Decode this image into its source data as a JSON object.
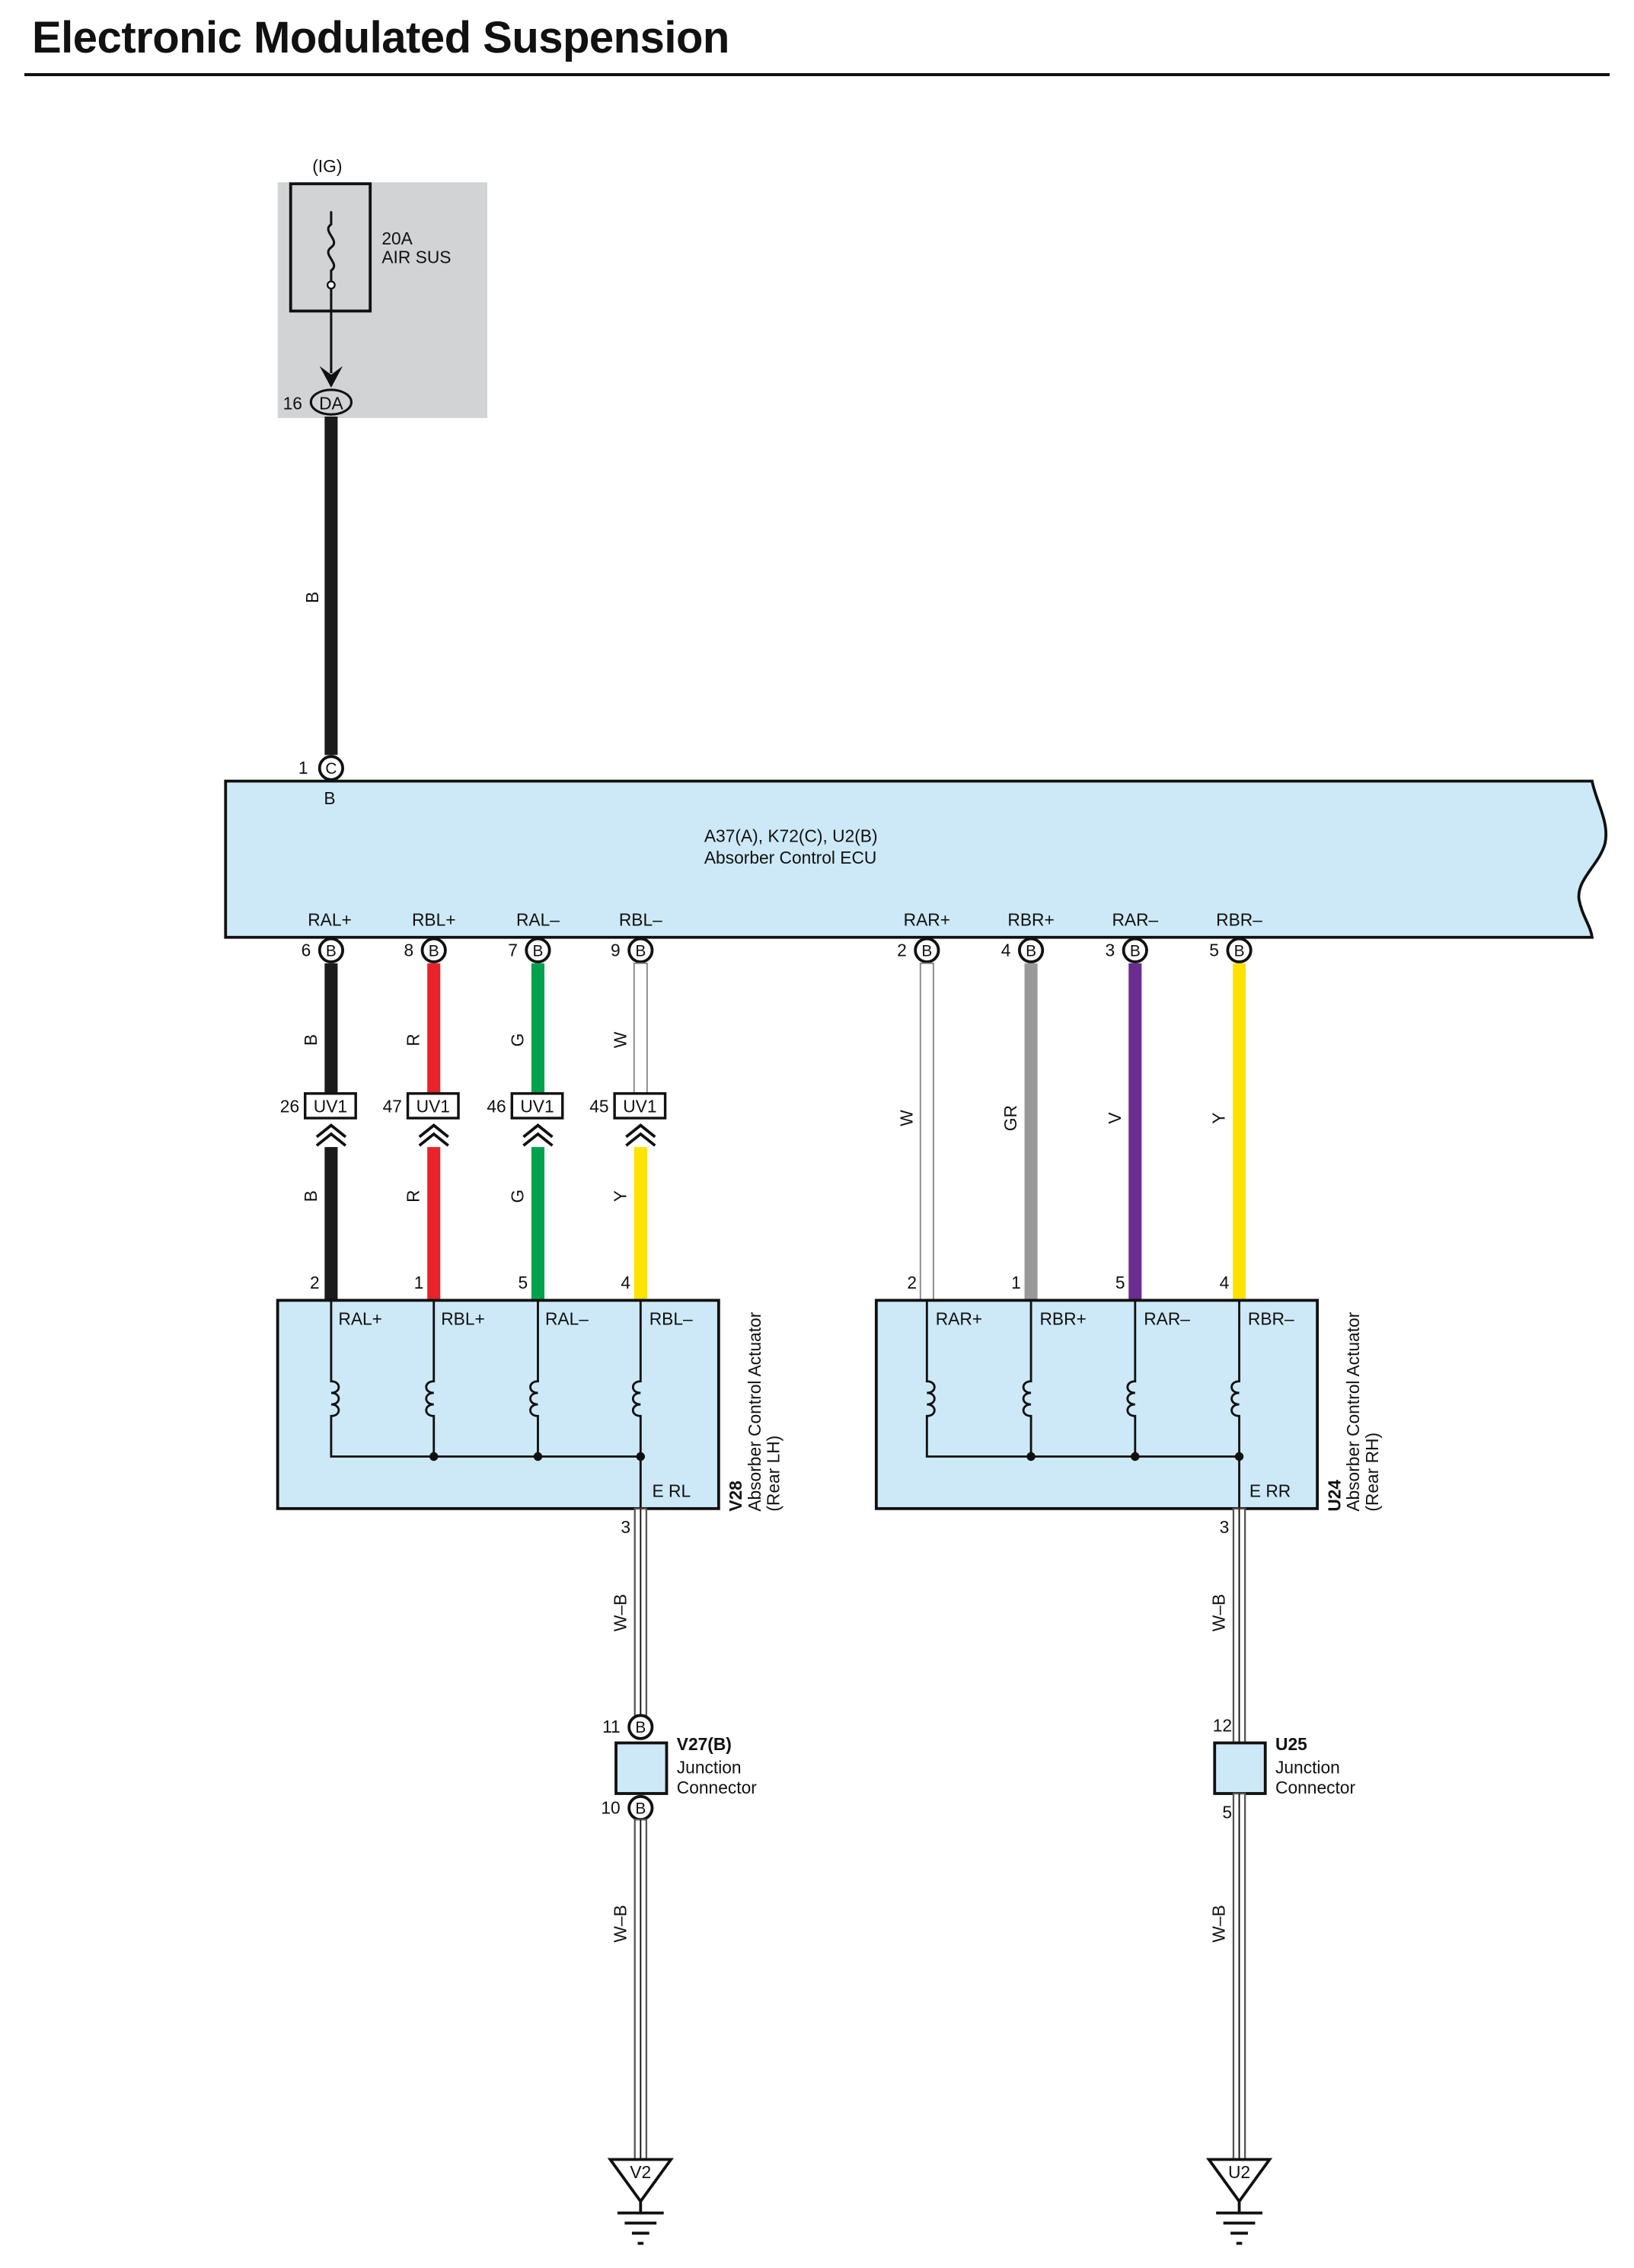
{
  "title": "Electronic Modulated Suspension",
  "fuse": {
    "source": "(IG)",
    "rating": "20A",
    "name": "AIR SUS",
    "connector_pin": "16",
    "connector": "DA"
  },
  "feed_wire_color": "B",
  "ecu": {
    "power_pin": "1",
    "power_connector": "C",
    "power_terminal": "B",
    "id": "A37(A), K72(C), U2(B)",
    "name": "Absorber Control ECU",
    "terminals": [
      {
        "name": "RAL+",
        "pin": "6",
        "conn": "B"
      },
      {
        "name": "RBL+",
        "pin": "8",
        "conn": "B"
      },
      {
        "name": "RAL–",
        "pin": "7",
        "conn": "B"
      },
      {
        "name": "RBL–",
        "pin": "9",
        "conn": "B"
      },
      {
        "name": "RAR+",
        "pin": "2",
        "conn": "B"
      },
      {
        "name": "RBR+",
        "pin": "4",
        "conn": "B"
      },
      {
        "name": "RAR–",
        "pin": "3",
        "conn": "B"
      },
      {
        "name": "RBR–",
        "pin": "5",
        "conn": "B"
      }
    ]
  },
  "left_wires": {
    "upper_colors": [
      "B",
      "R",
      "G",
      "W"
    ],
    "inline_connector": "UV1",
    "inline_pins": [
      "26",
      "47",
      "46",
      "45"
    ],
    "lower_colors": [
      "B",
      "R",
      "G",
      "Y"
    ],
    "actuator_pins": [
      "2",
      "1",
      "5",
      "4"
    ]
  },
  "right_wires": {
    "colors": [
      "W",
      "GR",
      "V",
      "Y"
    ],
    "actuator_pins": [
      "2",
      "1",
      "5",
      "4"
    ]
  },
  "actuator_lh": {
    "terminals": [
      "RAL+",
      "RBL+",
      "RAL–",
      "RBL–"
    ],
    "ground_terminal": "E RL",
    "code": "V28",
    "name": "Absorber Control Actuator",
    "side": "(Rear LH)",
    "ground_pin": "3"
  },
  "actuator_rh": {
    "terminals": [
      "RAR+",
      "RBR+",
      "RAR–",
      "RBR–"
    ],
    "ground_terminal": "E RR",
    "code": "U24",
    "name": "Absorber Control Actuator",
    "side": "(Rear RH)",
    "ground_pin": "3"
  },
  "ground_wire_color": "W–B",
  "junction_lh": {
    "code": "V27(B)",
    "line1": "Junction",
    "line2": "Connector",
    "pin_in": "11",
    "pin_out": "10",
    "conn": "B"
  },
  "junction_rh": {
    "code": "U25",
    "line1": "Junction",
    "line2": "Connector",
    "pin_in": "12",
    "pin_out": "5"
  },
  "ground_lh": "V2",
  "ground_rh": "U2",
  "colors": {
    "box_fill": "#cde9f7",
    "fuse_shade": "#d2d3d5",
    "B": "#1b1b1b",
    "R": "#e8232a",
    "G": "#00a24e",
    "Y": "#ffe200",
    "W": "#ffffff",
    "GR": "#999999",
    "V": "#6a2c91"
  }
}
